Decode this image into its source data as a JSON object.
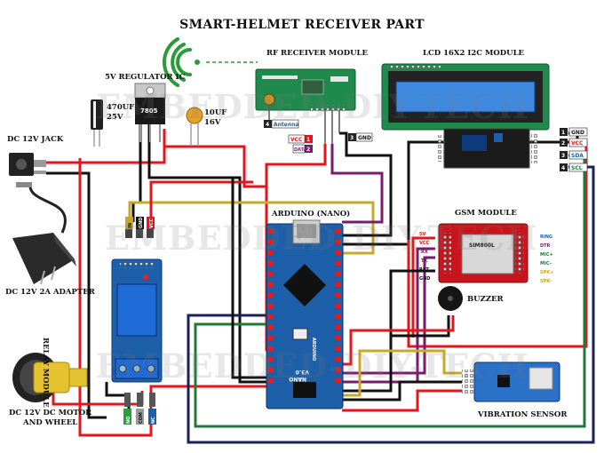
{
  "title": "SMART-HELMET RECEIVER PART",
  "watermark": "EMBEDDED-DIY-TECH",
  "labels": {
    "rf_module": "RF RECEIVER MODULE",
    "lcd_module": "LCD 16X2 I2C MODULE",
    "regulator": "5V REGULATOR IC",
    "regulator_chip": "7805",
    "cap1_line1": "470UF",
    "cap1_line2": "25V",
    "cap2_line1": "10UF",
    "cap2_line2": "16V",
    "dc_jack": "DC 12V JACK",
    "adapter": "DC 12V 2A ADAPTER",
    "relay": "RELAY MODULE",
    "motor_line1": "DC 12V DC MOTOR",
    "motor_line2": "AND WHEEL",
    "arduino": "ARDUINO (NANO)",
    "arduino_board_1": "ARDUINO",
    "arduino_board_2": "NANO",
    "arduino_board_3": "V3.0",
    "gsm": "GSM MODULE",
    "gsm_chip": "SIM800L",
    "buzzer": "BUZZER",
    "vibration": "VIBRATION SENSOR"
  },
  "rf_pins": [
    {
      "num": "4",
      "name": "Antenna"
    },
    {
      "num": "1",
      "name": "VCC"
    },
    {
      "num": "2",
      "name": "DATA"
    },
    {
      "num": "3",
      "name": "GND"
    }
  ],
  "lcd_pins": [
    {
      "num": "1",
      "name": "GND"
    },
    {
      "num": "2",
      "name": "VCC"
    },
    {
      "num": "3",
      "name": "SDA"
    },
    {
      "num": "4",
      "name": "SCL"
    }
  ],
  "relay_top_pins": [
    "IN",
    "GND",
    "VCC"
  ],
  "relay_bottom_pins": [
    "NO",
    "COM",
    "NC"
  ],
  "gsm_left_pins": [
    "5V",
    "VCC",
    "RX",
    "TX",
    "RST",
    "GND"
  ],
  "gsm_right_pins": [
    "RING",
    "DTR",
    "MIC+",
    "MIC-",
    "SPK+",
    "SPK-"
  ],
  "colors": {
    "red": "#e4161c",
    "black": "#111111",
    "yellow": "#c8a82a",
    "green": "#1f7a3a",
    "purple": "#7a1c6e",
    "navy": "#1b1f5e",
    "pcb_green": "#1f8a4c",
    "arduino_blue": "#1d5fa8",
    "gsm_red": "#c8141c",
    "lcd_screen": "#3d8ae0",
    "sensor_blue": "#2a72c8"
  }
}
